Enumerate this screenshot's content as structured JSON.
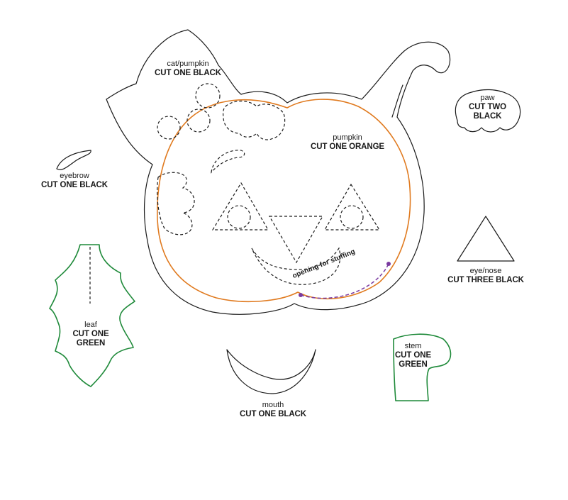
{
  "labels": {
    "cat_pumpkin": {
      "name": "cat/pumpkin",
      "instruction": "CUT ONE BLACK"
    },
    "pumpkin": {
      "name": "pumpkin",
      "instruction": "CUT ONE ORANGE"
    },
    "paw": {
      "name": "paw",
      "instruction_line1": "CUT TWO",
      "instruction_line2": "BLACK"
    },
    "eyebrow": {
      "name": "eyebrow",
      "instruction": "CUT ONE BLACK"
    },
    "eye_nose": {
      "name": "eye/nose",
      "instruction": "CUT THREE BLACK"
    },
    "leaf": {
      "name": "leaf",
      "instruction_line1": "CUT ONE",
      "instruction_line2": "GREEN"
    },
    "stem": {
      "name": "stem",
      "instruction_line1": "CUT ONE",
      "instruction_line2": "GREEN"
    },
    "mouth": {
      "name": "mouth",
      "instruction": "CUT ONE BLACK"
    },
    "opening": "opening for stuffing"
  },
  "colors": {
    "black_outline": "#1a1a1a",
    "orange_outline": "#e07a1f",
    "green_outline": "#1f8a3a",
    "opening_marker": "#7a3aa0"
  }
}
